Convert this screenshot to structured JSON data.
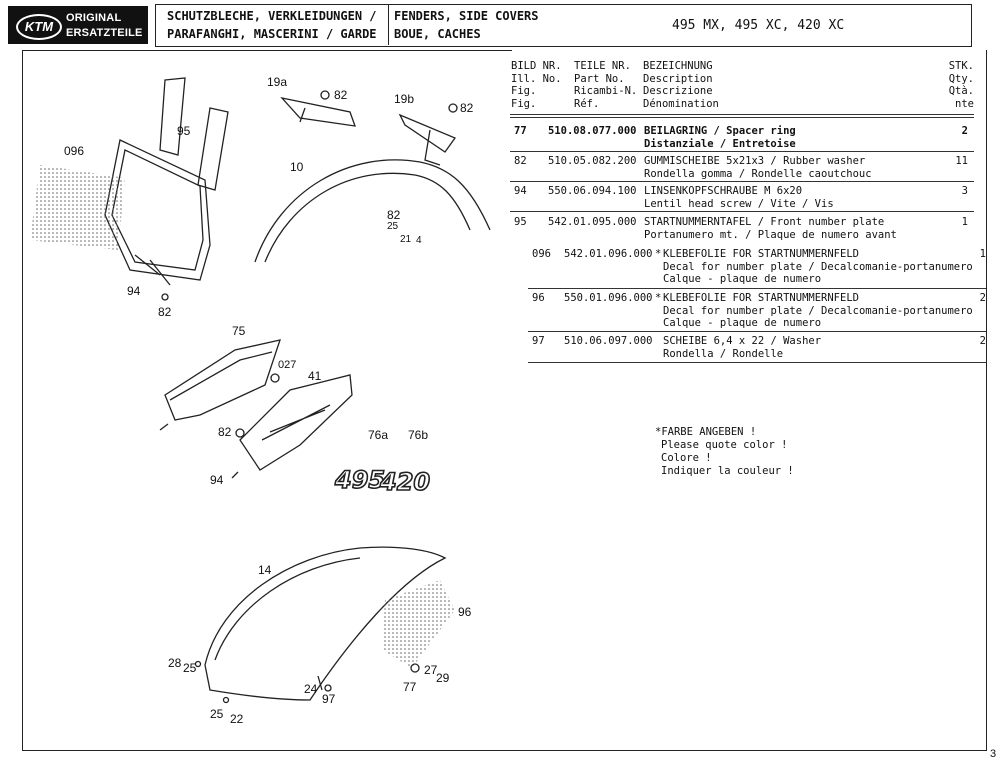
{
  "header": {
    "logo_brand": "KTM",
    "logo_line1": "ORIGINAL",
    "logo_line2": "ERSATZTEILE",
    "title_de": "SCHUTZBLECHE, VERKLEIDUNGEN /",
    "title_it": "PARAFANGHI, MASCERINI / GARDE",
    "title_en": "FENDERS, SIDE COVERS",
    "title_fr": "BOUE, CACHES",
    "models": "495 MX, 495 XC, 420 XC"
  },
  "table": {
    "col_headers": {
      "fig": [
        "BILD NR.",
        "Ill. No.",
        "Fig.",
        "Fig."
      ],
      "part": [
        "TEILE NR.",
        "Part No.",
        "Ricambi-N.",
        "Réf."
      ],
      "desc": [
        "BEZEICHNUNG",
        "Description",
        "Descrizione",
        "Dénomination"
      ],
      "qty": [
        "STK.",
        "Qty.",
        "Qtà.",
        "nte"
      ]
    },
    "rows_top": [
      {
        "num": "77",
        "part": "510.08.077.000",
        "d1": "BEILAGRING / Spacer ring",
        "d2": "Distanziale / Entretoise",
        "qty": "2"
      },
      {
        "num": "82",
        "part": "510.05.082.200",
        "d1": "GUMMISCHEIBE 5x21x3 / Rubber washer",
        "d2": "Rondella gomma / Rondelle caoutchouc",
        "qty": "11"
      },
      {
        "num": "94",
        "part": "550.06.094.100",
        "d1": "LINSENKOPFSCHRAUBE M 6x20",
        "d2": "Lentil head screw / Vite / Vis",
        "qty": "3"
      },
      {
        "num": "95",
        "part": "542.01.095.000",
        "d1": "STARTNUMMERNTAFEL / Front number plate",
        "d2": "Portanumero mt. / Plaque de numero avant",
        "qty": "1"
      }
    ],
    "rows_bottom": [
      {
        "num": "096",
        "part": "542.01.096.000",
        "star": "*",
        "d1": "KLEBEFOLIE FOR STARTNUMMERNFELD",
        "d2": "Decal for number plate / Decalcomanie-portanumero",
        "d3": "Calque - plaque de numero",
        "qty": "1"
      },
      {
        "num": "96",
        "part": "550.01.096.000",
        "star": "*",
        "d1": "KLEBEFOLIE FOR STARTNUMMERNFELD",
        "d2": "Decal for number plate / Decalcomanie-portanumero",
        "d3": "Calque - plaque de numero",
        "qty": "2"
      },
      {
        "num": "97",
        "part": "510.06.097.000",
        "star": "",
        "d1": "SCHEIBE 6,4 x 22 / Washer",
        "d2": "Rondella / Rondelle",
        "d3": "",
        "qty": "2"
      }
    ]
  },
  "note": [
    "*FARBE ANGEBEN !",
    "Please quote color !",
    "Colore !",
    "Indiquer la couleur !"
  ],
  "diagram_labels": {
    "l096a": "096",
    "l95": "95",
    "l19a": "19a",
    "l82a": "82",
    "l19b": "19b",
    "l82b": "82",
    "l10": "10",
    "l82c": "82",
    "l25a": "25",
    "l21": "21",
    "l4": "4",
    "l94a": "94",
    "l82d": "82",
    "l75": "75",
    "l027": "027",
    "l41": "41",
    "l82e": "82",
    "l76a": "76a",
    "l76b": "76b",
    "l94b": "94",
    "l495": "495",
    "l420": "420",
    "l14": "14",
    "l96": "96",
    "l28": "28",
    "l25b": "25",
    "l24": "24",
    "l97": "97",
    "l25c": "25",
    "l22": "22",
    "l27": "27",
    "l29": "29",
    "l77": "77"
  },
  "page_number": "3"
}
